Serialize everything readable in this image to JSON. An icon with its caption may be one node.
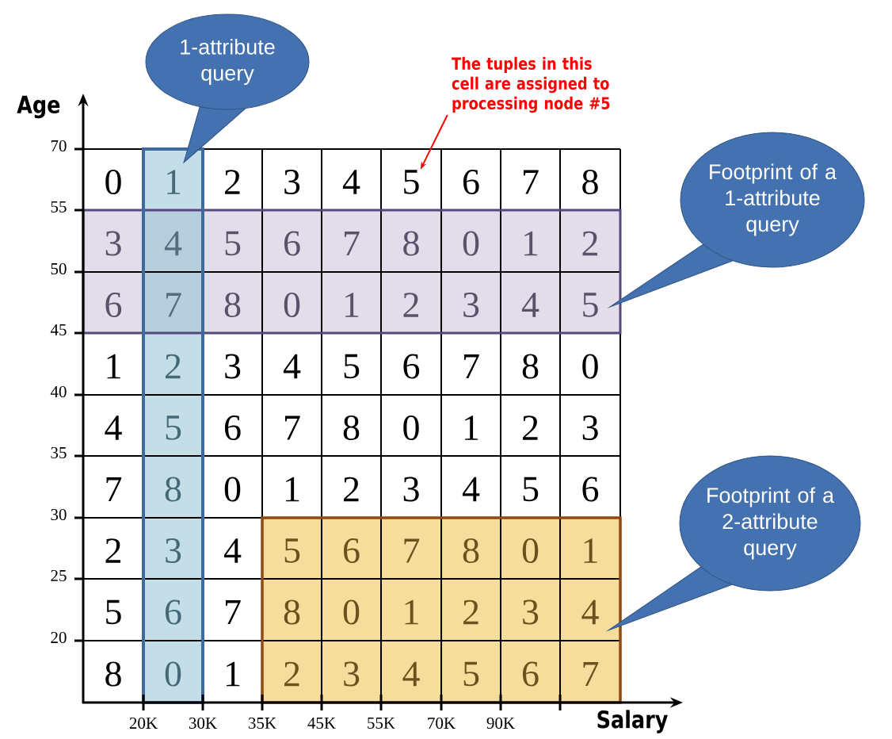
{
  "diagram": {
    "nodes": [
      {
        "text": [
          "1-attribute query"
        ]
      },
      {
        "text": [
          "The tuples in this cell are assigned to processing node #5"
        ]
      },
      {
        "text": [
          "Footprint of a 1-attribute query"
        ]
      },
      {
        "text": [
          "Footprint of a 2-attribute query"
        ]
      },
      {
        "text": [
          "5"
        ]
      }
    ],
    "edges": [
      {
        "from": 1,
        "to": 4,
        "arrow": "to",
        "color": "#ff0000"
      }
    ],
    "labels": [
      "Age",
      "70",
      "0",
      "1",
      "2",
      "3",
      "4",
      "6",
      "7",
      "8",
      "55",
      "3",
      "4",
      "5",
      "6",
      "7",
      "8",
      "0",
      "1",
      "2",
      "50",
      "6",
      "7",
      "8",
      "0",
      "1",
      "2",
      "3",
      "4",
      "5",
      "45",
      "1",
      "2",
      "3",
      "4",
      "5",
      "6",
      "7",
      "8",
      "0",
      "40",
      "4",
      "5",
      "6",
      "7",
      "8",
      "0",
      "1",
      "2",
      "3",
      "35",
      "7",
      "8",
      "0",
      "1",
      "2",
      "3",
      "4",
      "5",
      "6",
      "30",
      "2",
      "3",
      "4",
      "5",
      "6",
      "7",
      "8",
      "0",
      "1",
      "25",
      "5",
      "6",
      "7",
      "8",
      "0",
      "1",
      "2",
      "3",
      "4",
      "20",
      "8",
      "0",
      "1",
      "2",
      "3",
      "4",
      "5",
      "6",
      "7",
      "20K",
      "30K",
      "35K",
      "45K",
      "55K",
      "70K",
      "90K",
      "Salary"
    ]
  }
}
